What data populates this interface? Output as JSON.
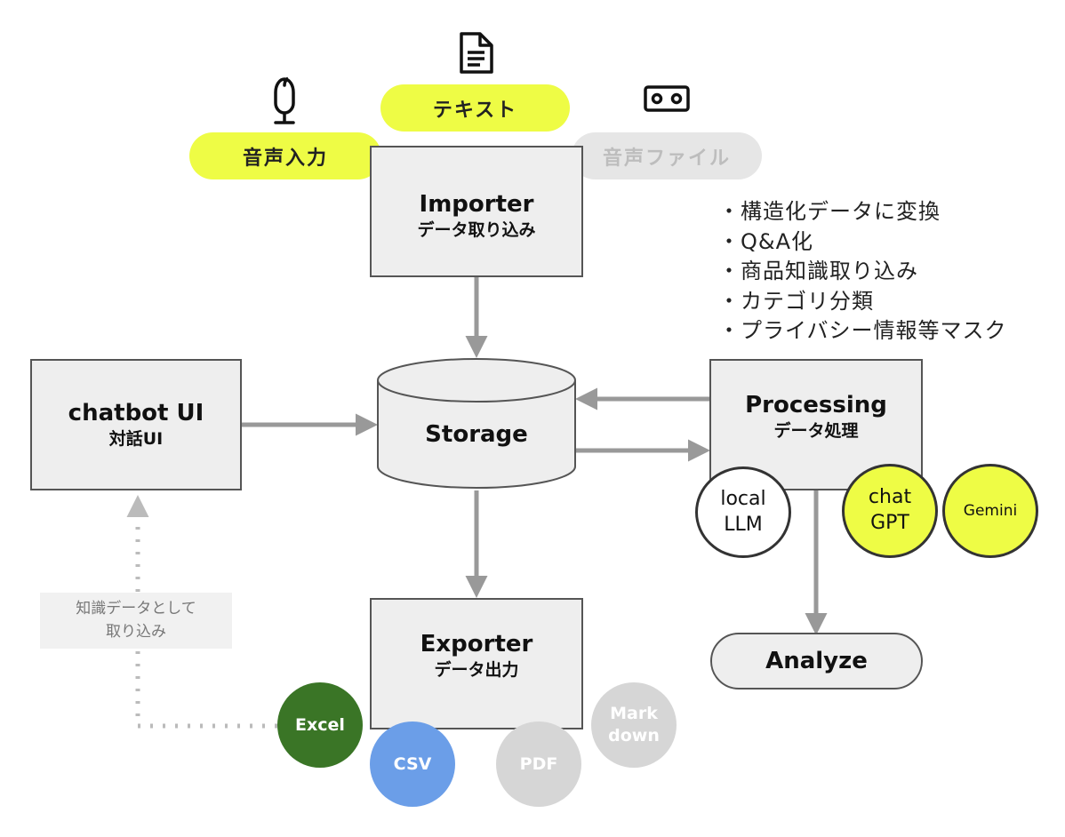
{
  "inputs": {
    "voice_input": "音声入力",
    "text": "テキスト",
    "audio_file": "音声ファイル"
  },
  "importer": {
    "title": "Importer",
    "subtitle": "データ取り込み"
  },
  "processing_notes": [
    "・構造化データに変換",
    "・Q&A化",
    "・商品知識取り込み",
    "・カテゴリ分類",
    "・プライバシー情報等マスク"
  ],
  "chatbot": {
    "title": "chatbot UI",
    "subtitle": "対話UI"
  },
  "storage": {
    "title": "Storage"
  },
  "processing": {
    "title": "Processing",
    "subtitle": "データ処理"
  },
  "models": {
    "local_llm": "local\nLLM",
    "chatgpt": "chat\nGPT",
    "gemini": "Gemini"
  },
  "analyze": {
    "label": "Analyze"
  },
  "feedback_label": "知識データとして\n取り込み",
  "exporter": {
    "title": "Exporter",
    "subtitle": "データ出力"
  },
  "formats": {
    "excel": "Excel",
    "csv": "CSV",
    "pdf": "PDF",
    "markdown": "Mark\ndown"
  },
  "colors": {
    "highlight_yellow": "#eefc45",
    "inactive_gray": "#e6e6e6",
    "box_fill": "#eeeeee",
    "arrow_gray": "#999999",
    "excel_green": "#3a7526",
    "csv_blue": "#6b9ee8",
    "format_gray": "#d6d6d6"
  },
  "icons": [
    "microphone-icon",
    "document-icon",
    "cassette-tape-icon"
  ]
}
